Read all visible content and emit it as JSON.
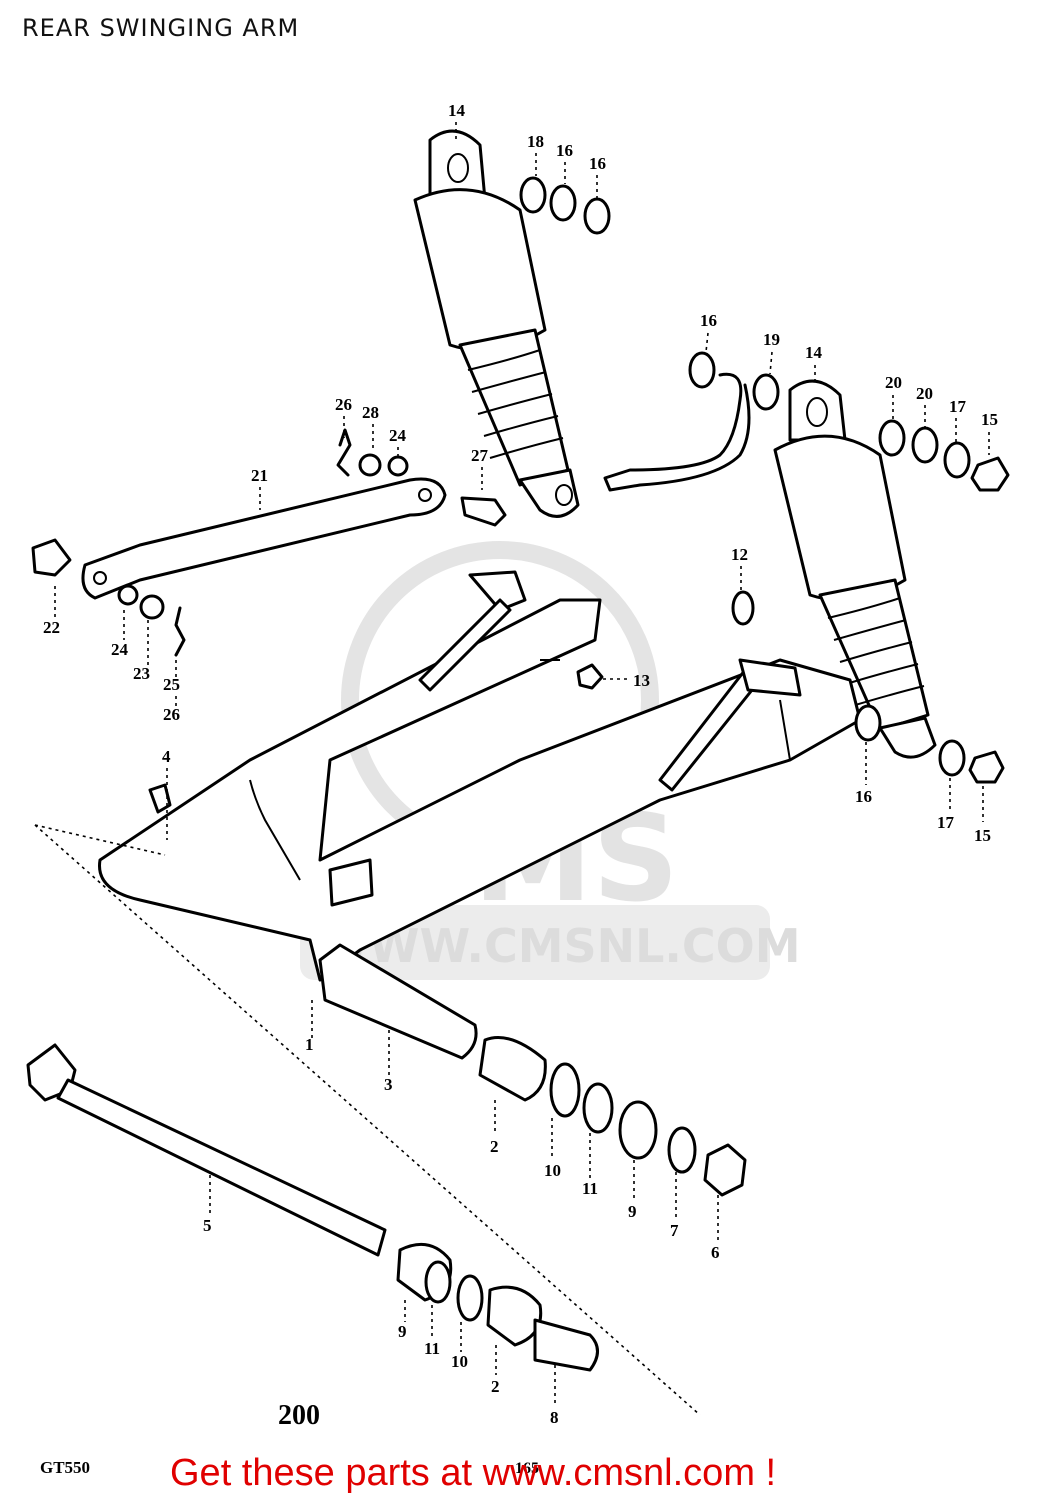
{
  "diagram": {
    "title": "REAR SWINGING ARM",
    "page_number": "200",
    "model_code": "GT550",
    "sheet_ref": "165",
    "watermark_url": "WWW.CMSNL.COM",
    "watermark_logo": "CMS",
    "footer_link": "Get these parts at www.cmsnl.com !"
  },
  "callouts": [
    {
      "id": "c14a",
      "text": "14"
    },
    {
      "id": "c18",
      "text": "18"
    },
    {
      "id": "c16a",
      "text": "16"
    },
    {
      "id": "c16b",
      "text": "16"
    },
    {
      "id": "c16c",
      "text": "16"
    },
    {
      "id": "c19",
      "text": "19"
    },
    {
      "id": "c14b",
      "text": "14"
    },
    {
      "id": "c20a",
      "text": "20"
    },
    {
      "id": "c20b",
      "text": "20"
    },
    {
      "id": "c17a",
      "text": "17"
    },
    {
      "id": "c15a",
      "text": "15"
    },
    {
      "id": "c26a",
      "text": "26"
    },
    {
      "id": "c28",
      "text": "28"
    },
    {
      "id": "c24a",
      "text": "24"
    },
    {
      "id": "c27",
      "text": "27"
    },
    {
      "id": "c21",
      "text": "21"
    },
    {
      "id": "c22",
      "text": "22"
    },
    {
      "id": "c24b",
      "text": "24"
    },
    {
      "id": "c23",
      "text": "23"
    },
    {
      "id": "c25",
      "text": "25"
    },
    {
      "id": "c26b",
      "text": "26"
    },
    {
      "id": "c12",
      "text": "12"
    },
    {
      "id": "c13",
      "text": "13"
    },
    {
      "id": "c4",
      "text": "4"
    },
    {
      "id": "c16d",
      "text": "16"
    },
    {
      "id": "c17b",
      "text": "17"
    },
    {
      "id": "c15b",
      "text": "15"
    },
    {
      "id": "c1",
      "text": "1"
    },
    {
      "id": "c3",
      "text": "3"
    },
    {
      "id": "c2a",
      "text": "2"
    },
    {
      "id": "c10a",
      "text": "10"
    },
    {
      "id": "c11a",
      "text": "11"
    },
    {
      "id": "c9a",
      "text": "9"
    },
    {
      "id": "c7",
      "text": "7"
    },
    {
      "id": "c6",
      "text": "6"
    },
    {
      "id": "c5",
      "text": "5"
    },
    {
      "id": "c9b",
      "text": "9"
    },
    {
      "id": "c11b",
      "text": "11"
    },
    {
      "id": "c10b",
      "text": "10"
    },
    {
      "id": "c2b",
      "text": "2"
    },
    {
      "id": "c8",
      "text": "8"
    }
  ]
}
